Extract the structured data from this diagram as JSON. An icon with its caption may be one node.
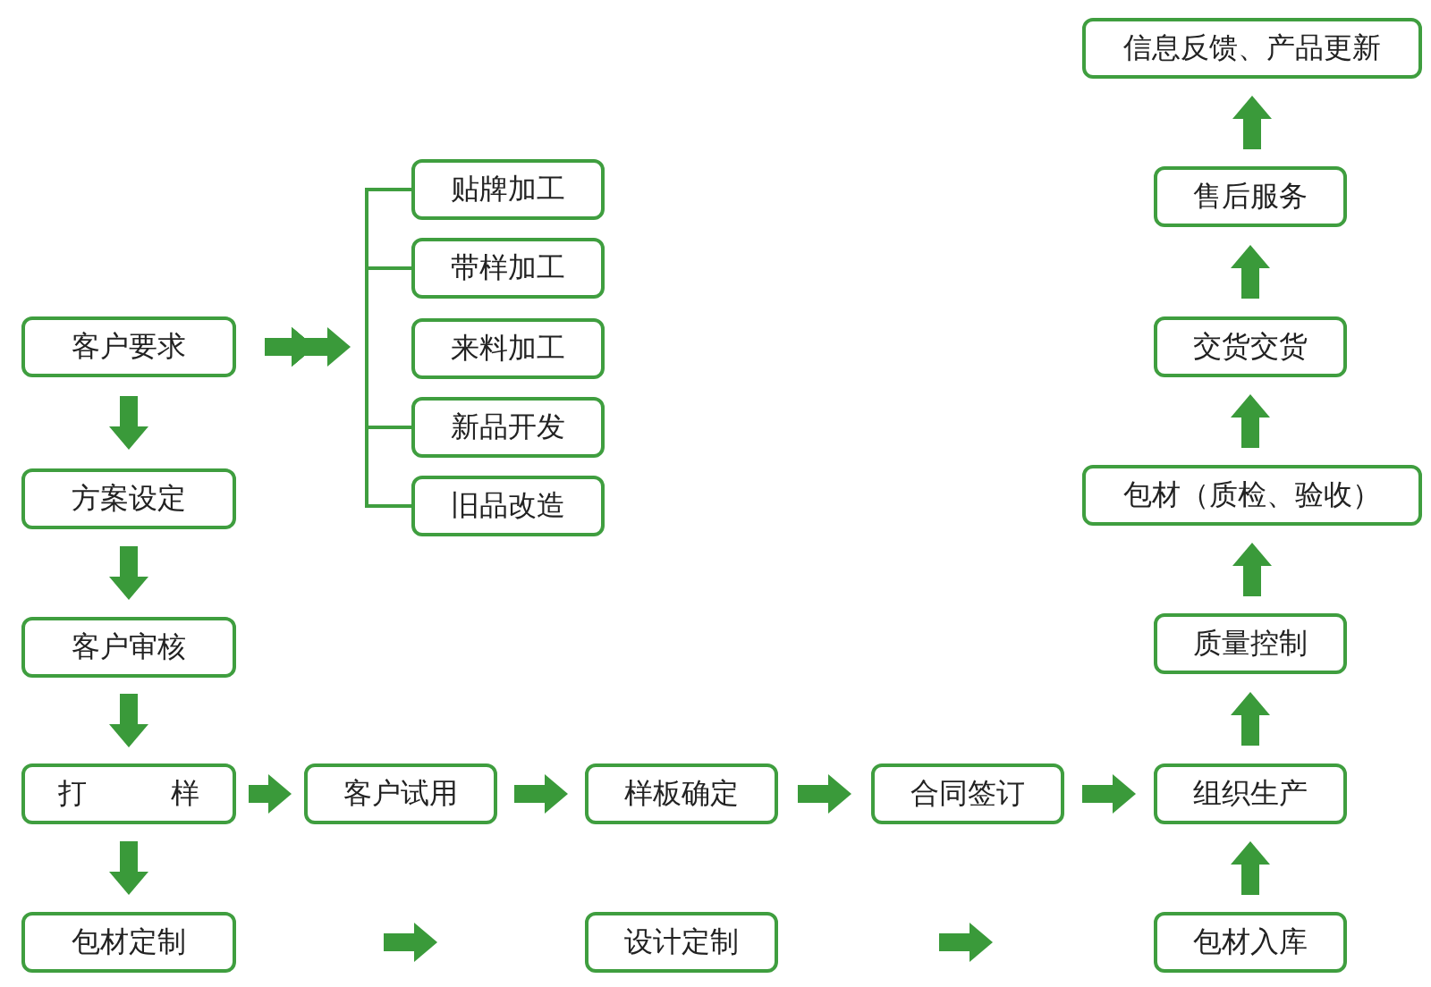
{
  "diagram": {
    "nodes": [
      {
        "text": [
          "客户要求"
        ]
      },
      {
        "text": [
          "方案设定"
        ]
      },
      {
        "text": [
          "客户审核"
        ]
      },
      {
        "text": [
          "打 样"
        ]
      },
      {
        "text": [
          "包材定制"
        ]
      },
      {
        "text": [
          "贴牌加工"
        ]
      },
      {
        "text": [
          "带样加工"
        ]
      },
      {
        "text": [
          "来料加工"
        ]
      },
      {
        "text": [
          "新品开发"
        ]
      },
      {
        "text": [
          "旧品改造"
        ]
      },
      {
        "text": [
          "客户试用"
        ]
      },
      {
        "text": [
          "样板确定"
        ]
      },
      {
        "text": [
          "合同签订"
        ]
      },
      {
        "text": [
          "组织生产"
        ]
      },
      {
        "text": [
          "设计定制"
        ]
      },
      {
        "text": [
          "包材入库"
        ]
      },
      {
        "text": [
          "质量控制"
        ]
      },
      {
        "text": [
          "包材（质检、验收）"
        ]
      },
      {
        "text": [
          "交货交货"
        ]
      },
      {
        "text": [
          "售后服务"
        ]
      },
      {
        "text": [
          "信息反馈、产品更新"
        ]
      }
    ],
    "edges": [
      {
        "from": 0,
        "to": 1,
        "arrow": "to"
      },
      {
        "from": 1,
        "to": 2,
        "arrow": "to"
      },
      {
        "from": 2,
        "to": 3,
        "arrow": "to"
      },
      {
        "from": 3,
        "to": 4,
        "arrow": "to"
      },
      {
        "from": 0,
        "to": 5,
        "arrow": "to"
      },
      {
        "from": 0,
        "to": 6,
        "arrow": "to"
      },
      {
        "from": 0,
        "to": 7,
        "arrow": "to"
      },
      {
        "from": 0,
        "to": 8,
        "arrow": "to"
      },
      {
        "from": 0,
        "to": 9,
        "arrow": "to"
      },
      {
        "from": 3,
        "to": 10,
        "arrow": "to"
      },
      {
        "from": 10,
        "to": 11,
        "arrow": "to"
      },
      {
        "from": 11,
        "to": 12,
        "arrow": "to"
      },
      {
        "from": 12,
        "to": 13,
        "arrow": "to"
      },
      {
        "from": 4,
        "to": 14,
        "arrow": "to"
      },
      {
        "from": 14,
        "to": 15,
        "arrow": "to"
      },
      {
        "from": 15,
        "to": 13,
        "arrow": "to"
      },
      {
        "from": 13,
        "to": 16,
        "arrow": "to"
      },
      {
        "from": 16,
        "to": 17,
        "arrow": "to"
      },
      {
        "from": 17,
        "to": 18,
        "arrow": "to"
      },
      {
        "from": 18,
        "to": 19,
        "arrow": "to"
      },
      {
        "from": 19,
        "to": 20,
        "arrow": "to"
      }
    ]
  }
}
